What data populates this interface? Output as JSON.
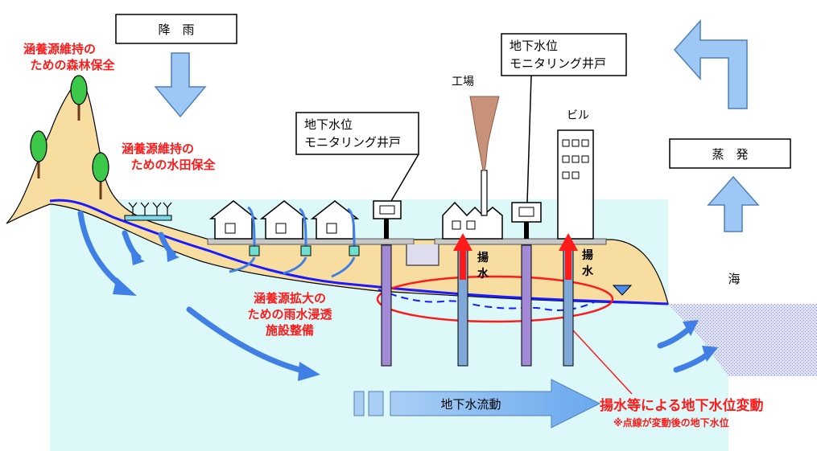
{
  "labels": {
    "rain": "降　雨",
    "evaporation": "蒸　発",
    "forest_1": "涵養源維持の",
    "forest_2": "ための森林保全",
    "paddy_1": "涵養源維持の",
    "paddy_2": "ための水田保全",
    "permeation_1": "涵養源拡大の",
    "permeation_2": "ための雨水浸透",
    "permeation_3": "施設整備",
    "well_left_1": "地下水位",
    "well_left_2": "モニタリング井戸",
    "well_right_1": "地下水位",
    "well_right_2": "モニタリング井戸",
    "factory": "工場",
    "building": "ビル",
    "pump_1": "揚\n水",
    "pump_left_a": "揚",
    "pump_left_b": "水",
    "pump_right_a": "揚",
    "pump_right_b": "水",
    "sea": "海",
    "flow": "地下水流動",
    "level_change": "揚水等による地下水位変動",
    "note": "※点線が変動後の地下水位"
  },
  "colors": {
    "sky": "#ffffff",
    "groundwater": "#ddf8f8",
    "soil": "#f7dda0",
    "water_line": "#1a1aff",
    "arrow_blue": "#3f7fe6",
    "light_arrow": "#9dc8f5",
    "red": "#ff1a1a",
    "pipe_purple": "#a38ad6",
    "pipe_blue": "#7fa8d9",
    "sea": "#c8cce8"
  }
}
